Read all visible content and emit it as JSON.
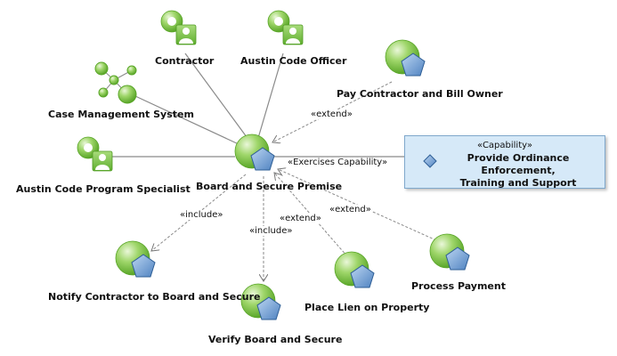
{
  "actors": [
    {
      "id": "contractor",
      "label": "Contractor"
    },
    {
      "id": "code-officer",
      "label": "Austin Code Officer"
    },
    {
      "id": "case-mgmt",
      "label": "Case Management System"
    },
    {
      "id": "program-specialist",
      "label": "Austin Code Program Specialist"
    }
  ],
  "use_cases": [
    {
      "id": "board-secure",
      "label": "Board and Secure Premise"
    },
    {
      "id": "pay-contractor",
      "label": "Pay Contractor and Bill Owner"
    },
    {
      "id": "notify-contractor",
      "label": "Notify Contractor to Board and Secure"
    },
    {
      "id": "verify-board",
      "label": "Verify Board and Secure"
    },
    {
      "id": "place-lien",
      "label": "Place Lien on Property"
    },
    {
      "id": "process-payment",
      "label": "Process Payment"
    }
  ],
  "capability": {
    "stereotype": "«Capability»",
    "title_line1": "Provide Ordinance Enforcement,",
    "title_line2": "Training and Support"
  },
  "edge_labels": {
    "extend_pay": "«extend»",
    "exercises": "«Exercises Capability»",
    "include_notify": "«include»",
    "include_verify": "«include»",
    "extend_lien": "«extend»",
    "extend_payment": "«extend»"
  },
  "colors": {
    "usecase_green": "#7cc24a",
    "pentagon_blue": "#6f9fd3",
    "capability_fill": "#d6e9f8",
    "line_gray": "#8a8a8a"
  }
}
